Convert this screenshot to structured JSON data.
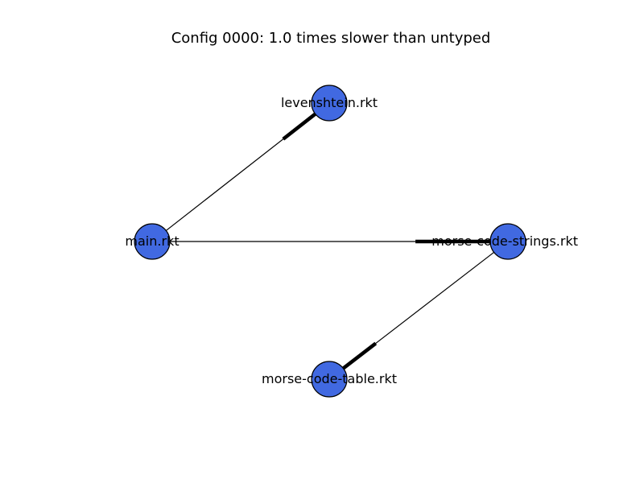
{
  "title": "Config 0000: 1.0 times slower than untyped",
  "colors": {
    "node_fill": "#4169E1",
    "node_stroke": "#000000",
    "edge": "#000000",
    "background": "#ffffff"
  },
  "nodes": [
    {
      "id": "levenshtein",
      "label": "levenshtein.rkt"
    },
    {
      "id": "main",
      "label": "main.rkt"
    },
    {
      "id": "strings",
      "label": "morse-code-strings.rkt"
    },
    {
      "id": "table",
      "label": "morse-code-table.rkt"
    }
  ],
  "edges": [
    {
      "from": "main",
      "to": "levenshtein"
    },
    {
      "from": "main",
      "to": "strings"
    },
    {
      "from": "strings",
      "to": "table"
    }
  ]
}
